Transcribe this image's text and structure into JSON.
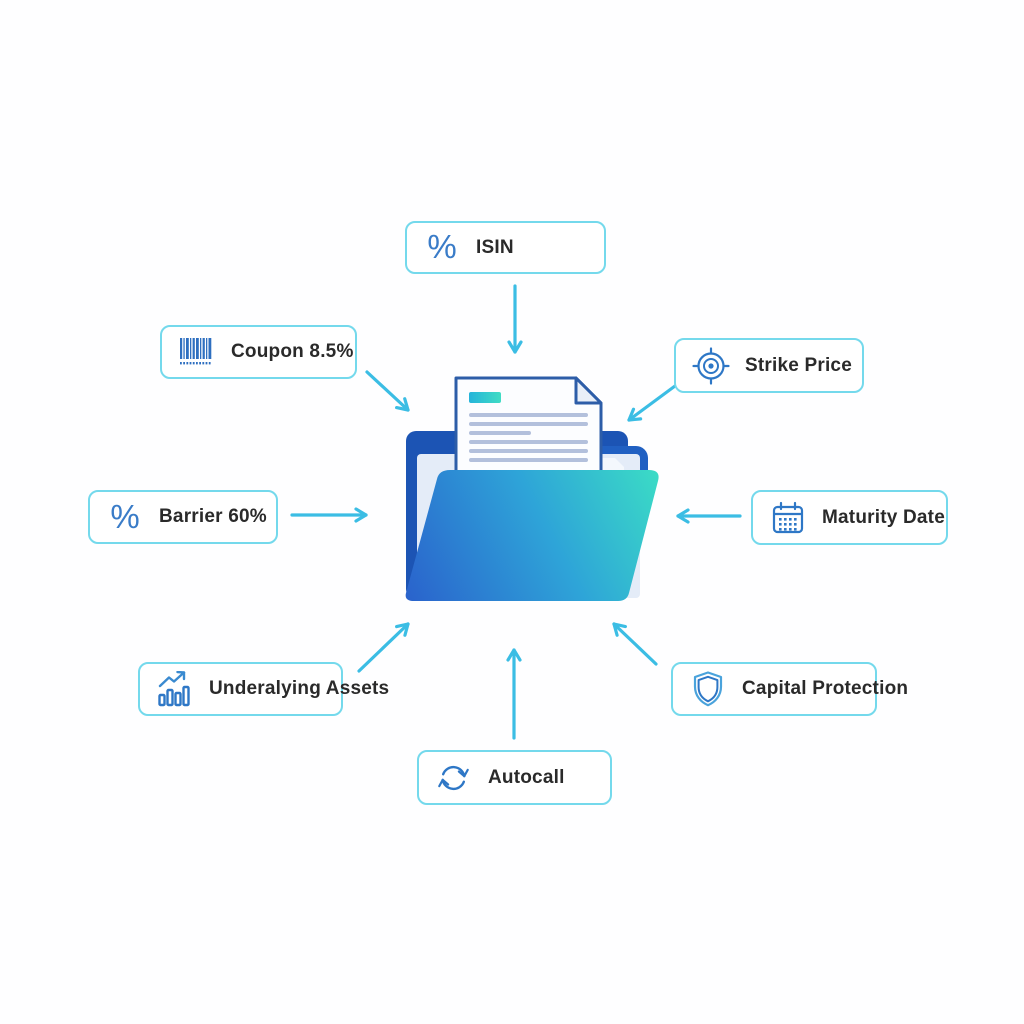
{
  "diagram": {
    "center_illustration": "folder-with-term-sheet-document",
    "nodes": [
      {
        "id": "isin",
        "label": "ISIN",
        "icon": "percent-icon"
      },
      {
        "id": "coupon",
        "label": "Coupon 8.5%",
        "icon": "barcode-icon"
      },
      {
        "id": "strike_price",
        "label": "Strike Price",
        "icon": "target-icon"
      },
      {
        "id": "barrier",
        "label": "Barrier 60%",
        "icon": "percent-icon"
      },
      {
        "id": "maturity_date",
        "label": "Maturity Date",
        "icon": "calendar-icon"
      },
      {
        "id": "underlying_assets",
        "label": "Underalying Assets",
        "icon": "bar-chart-icon"
      },
      {
        "id": "capital_protection",
        "label": "Capital Protection",
        "icon": "shield-icon"
      },
      {
        "id": "autocall",
        "label": "Autocall",
        "icon": "refresh-icon"
      }
    ],
    "colors": {
      "box_border": "#74d9ec",
      "arrow": "#3bbde4",
      "icon_blue": "#2e77c6",
      "text": "#2a2a2a",
      "folder_back": "#1c54b4",
      "folder_front_gradient_start": "#2a62cc",
      "folder_front_gradient_end": "#3bddc5",
      "document_border": "#2d5da8",
      "document_line": "#b3c0dc",
      "document_header_gradient_start": "#25b4da",
      "document_header_gradient_end": "#40dcc4"
    }
  }
}
